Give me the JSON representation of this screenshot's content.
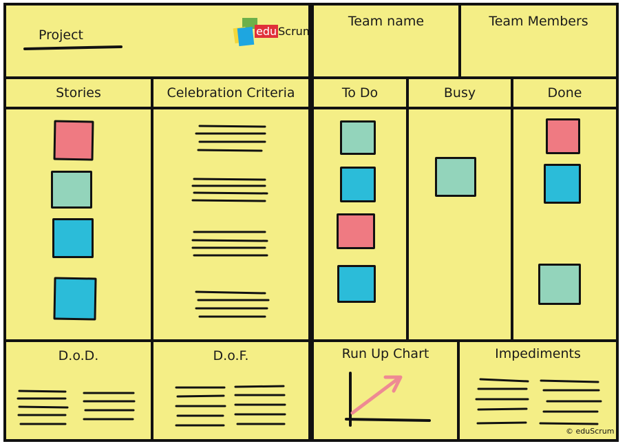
{
  "project": {
    "label": "Project"
  },
  "logo": {
    "edu": "edu",
    "scrum": "Scrum"
  },
  "header": {
    "team_name": "Team name",
    "team_members": "Team Members"
  },
  "columns": {
    "stories": "Stories",
    "celebration_criteria": "Celebration Criteria",
    "todo": "To Do",
    "busy": "Busy",
    "done": "Done"
  },
  "bottom": {
    "dod": "D.o.D.",
    "dof": "D.o.F.",
    "run_up_chart": "Run Up Chart",
    "impediments": "Impediments"
  },
  "copyright": "© eduScrum",
  "colors": {
    "board": "#f4ee86",
    "pink": "#ef7a82",
    "green": "#93d4bb",
    "blue": "#2bbcd9",
    "arrow": "#ee8a93"
  }
}
